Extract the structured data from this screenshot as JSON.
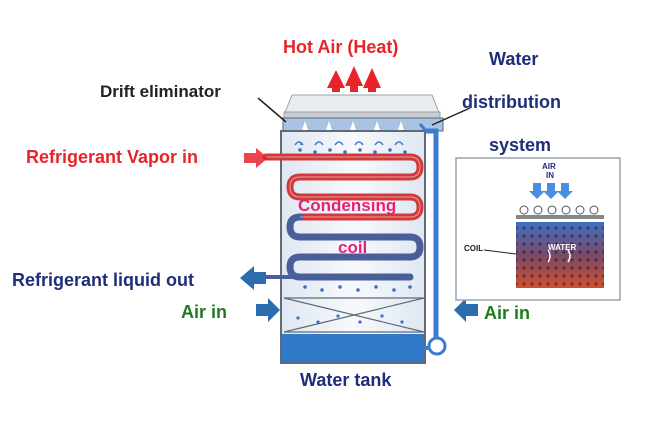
{
  "labels": {
    "hot_air": "Hot Air (Heat)",
    "drift_eliminator": "Drift eliminator",
    "water_line1": "Water",
    "water_line2": "distribution",
    "water_line3": "system",
    "refrigerant_vapor_in": "Refrigerant Vapor in",
    "condensing_line1": "Condensing",
    "condensing_line2": "coil",
    "refrigerant_liquid_out": "Refrigerant liquid out",
    "air_in_left": "Air in",
    "air_in_right": "Air in",
    "water_tank": "Water tank"
  },
  "inset": {
    "air_in_line1": "AIR",
    "air_in_line2": "IN",
    "coil": "COIL",
    "water": "WATER"
  },
  "colors": {
    "tower_fill": "#f4f7fb",
    "tower_border": "#5f6a78",
    "pipe": "#3b7bd0",
    "coil_red": "#d03a3a",
    "coil_blue": "#4a5f9a",
    "tank": "#2f79c8",
    "arrow_red": "#e8242b",
    "arrow_blue": "#2a6cb0"
  }
}
